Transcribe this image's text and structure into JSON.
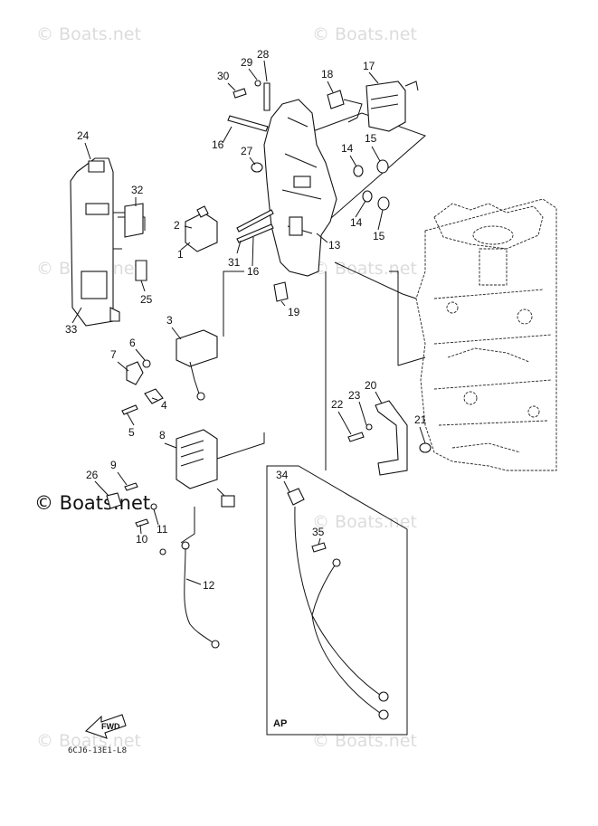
{
  "watermark": "© Boats.net",
  "watermark_strong": "© Boats.net",
  "inset_label": "AP",
  "direction_label": "FWD",
  "diagram_code": "6CJ6-13E1-L8",
  "callouts": [
    "1",
    "2",
    "3",
    "4",
    "5",
    "6",
    "7",
    "8",
    "9",
    "10",
    "11",
    "12",
    "13",
    "14",
    "14",
    "15",
    "15",
    "16",
    "16",
    "17",
    "18",
    "19",
    "20",
    "21",
    "22",
    "23",
    "24",
    "25",
    "26",
    "27",
    "28",
    "29",
    "30",
    "31",
    "32",
    "33",
    "34",
    "35"
  ]
}
